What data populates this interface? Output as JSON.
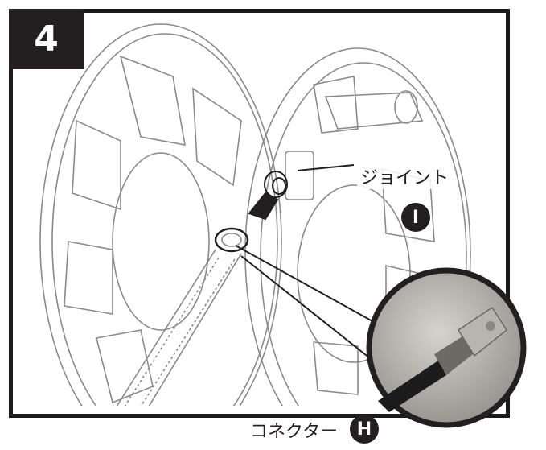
{
  "step": {
    "number": "4"
  },
  "callouts": {
    "joint": {
      "label": "ジョイント",
      "badge": "I"
    },
    "connector": {
      "label": "コネクター",
      "badge": "H"
    }
  },
  "colors": {
    "frame": "#1a1a1a",
    "line_art": "#8a8a8a",
    "badge_bg": "#231f20"
  }
}
